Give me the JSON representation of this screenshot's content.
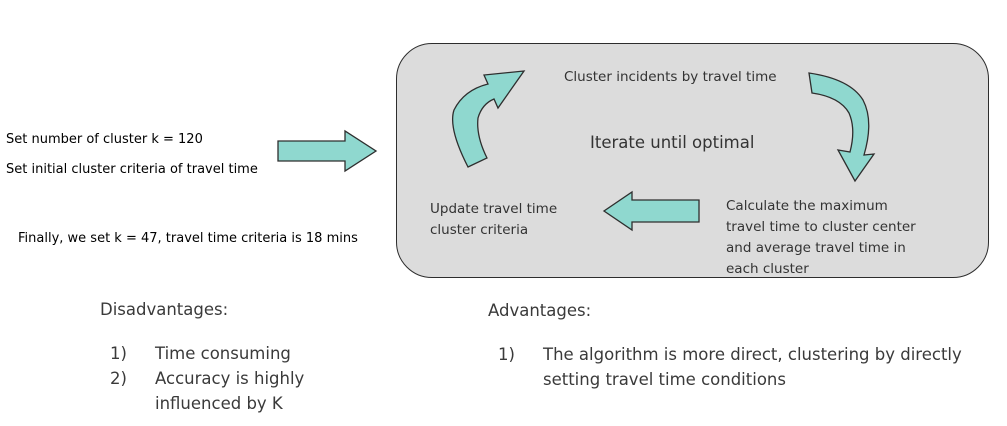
{
  "setup": {
    "set_k": "Set number of cluster k = 120",
    "set_criteria": "Set initial cluster criteria of travel time",
    "final": "Finally, we set k = 47, travel time criteria is 18 mins"
  },
  "loop": {
    "cluster_step": "Cluster incidents by travel time",
    "center_label": "Iterate until optimal",
    "calculate_step": "Calculate the maximum travel time to cluster center and average travel time in each cluster",
    "update_step": "Update travel time cluster criteria"
  },
  "disadvantages": {
    "heading": "Disadvantages:",
    "items": [
      {
        "num": "1)",
        "text": "Time consuming"
      },
      {
        "num": "2)",
        "text": "Accuracy is highly influenced by K"
      }
    ]
  },
  "advantages": {
    "heading": "Advantages:",
    "items": [
      {
        "num": "1)",
        "text": "The algorithm is more direct, clustering by directly setting travel time conditions"
      }
    ]
  },
  "colors": {
    "arrow_fill": "#8fd8cf",
    "panel_fill": "#dcdcdc",
    "outline": "#2e2e2e"
  },
  "icons": [
    "right-arrow-icon",
    "curved-up-arrow-icon",
    "curved-down-arrow-icon",
    "left-arrow-icon"
  ]
}
